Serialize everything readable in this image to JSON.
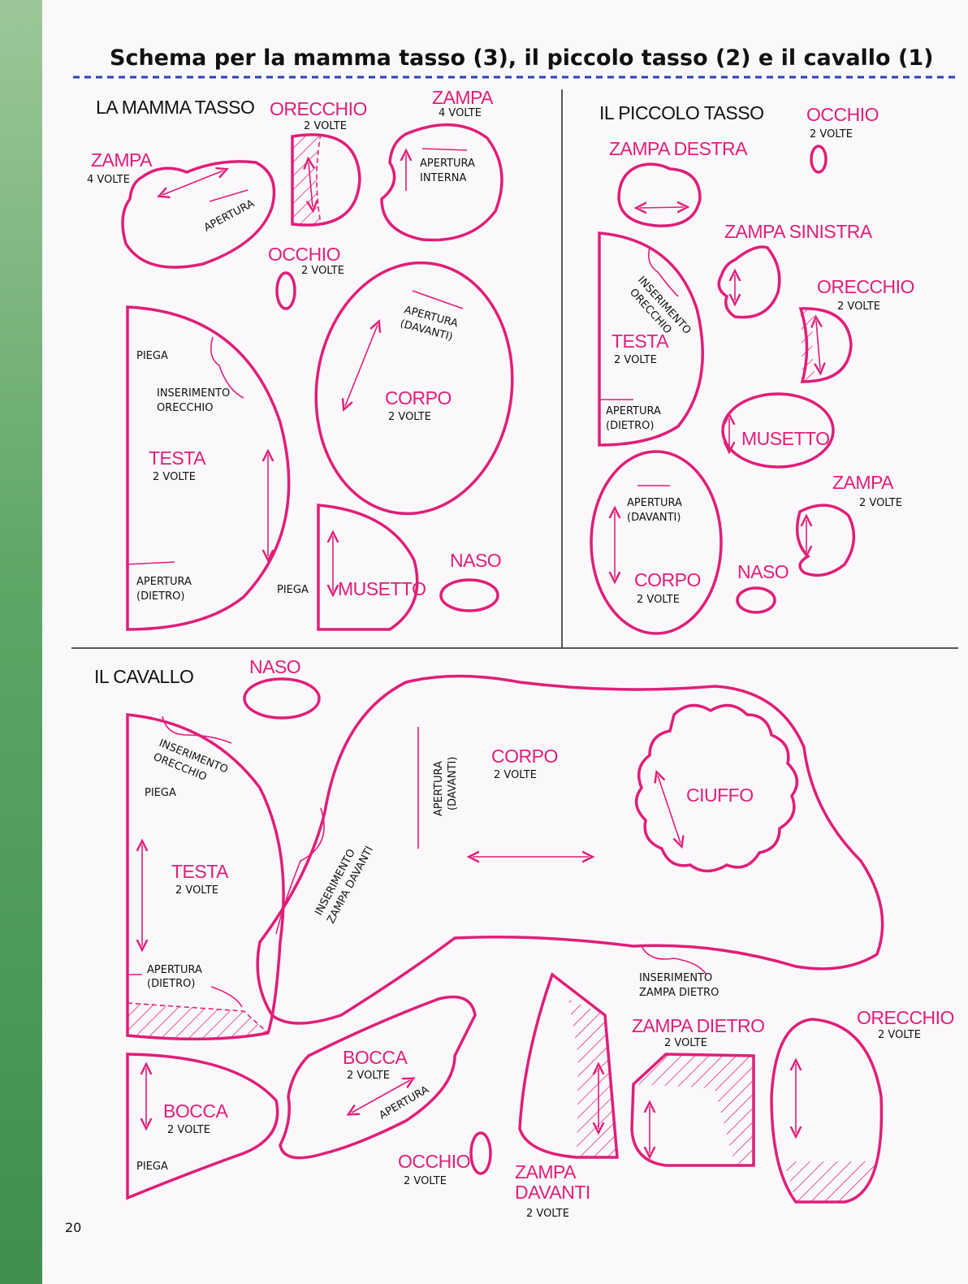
{
  "colors": {
    "pattern": "#e01e78",
    "text": "#111111",
    "dashed_rule": "#2a3fb0",
    "side_bar": "#5ea665"
  },
  "title": "Schema per la mamma tasso (3), il piccolo tasso (2) e il cavallo (1)",
  "page_number": "20",
  "mamma_tasso": {
    "heading": "LA MAMMA TASSO",
    "orecchio": {
      "label": "ORECCHIO",
      "count": "2 VOLTE"
    },
    "zampa_top": {
      "label": "ZAMPA",
      "count": "4 VOLTE",
      "note1": "APERTURA",
      "note2": "INTERNA"
    },
    "zampa_left": {
      "label": "ZAMPA",
      "count": "4 VOLTE",
      "note": "APERTURA"
    },
    "occhio": {
      "label": "OCCHIO",
      "count": "2 VOLTE"
    },
    "corpo": {
      "label": "CORPO",
      "count": "2 VOLTE",
      "note1": "APERTURA",
      "note2": "(DAVANTI)"
    },
    "testa": {
      "label": "TESTA",
      "count": "2 VOLTE",
      "piega": "PIEGA",
      "ins1": "INSERIMENTO",
      "ins2": "ORECCHIO",
      "ap1": "APERTURA",
      "ap2": "(DIETRO)"
    },
    "musetto": {
      "label": "MUSETTO",
      "piega": "PIEGA"
    },
    "naso": {
      "label": "NASO"
    }
  },
  "piccolo_tasso": {
    "heading": "IL PICCOLO TASSO",
    "occhio": {
      "label": "OCCHIO",
      "count": "2 VOLTE"
    },
    "zampa_destra": {
      "label": "ZAMPA DESTRA"
    },
    "zampa_sinistra": {
      "label": "ZAMPA SINISTRA"
    },
    "orecchio": {
      "label": "ORECCHIO",
      "count": "2 VOLTE"
    },
    "testa": {
      "label": "TESTA",
      "count": "2 VOLTE",
      "ins1": "INSERIMENTO",
      "ins2": "ORECCHIO",
      "ap1": "APERTURA",
      "ap2": "(DIETRO)"
    },
    "musetto": {
      "label": "MUSETTO"
    },
    "corpo": {
      "label": "CORPO",
      "count": "2 VOLTE",
      "ap1": "APERTURA",
      "ap2": "(DAVANTI)"
    },
    "zampa": {
      "label": "ZAMPA",
      "count": "2 VOLTE"
    },
    "naso": {
      "label": "NASO"
    }
  },
  "cavallo": {
    "heading": "IL CAVALLO",
    "naso": {
      "label": "NASO"
    },
    "testa": {
      "label": "TESTA",
      "count": "2 VOLTE",
      "ins1": "INSERIMENTO",
      "ins2": "ORECCHIO",
      "piega": "PIEGA",
      "ap1": "APERTURA",
      "ap2": "(DIETRO)"
    },
    "corpo": {
      "label": "CORPO",
      "count": "2 VOLTE",
      "ap1": "APERTURA",
      "ap2": "(DAVANTI)",
      "ins1": "INSERIMENTO",
      "ins2": "ZAMPA DAVANTI",
      "ins3": "INSERIMENTO",
      "ins4": "ZAMPA DIETRO"
    },
    "ciuffo": {
      "label": "CIUFFO"
    },
    "zampa_dietro": {
      "label": "ZAMPA DIETRO",
      "count": "2 VOLTE"
    },
    "orecchio": {
      "label": "ORECCHIO",
      "count": "2 VOLTE"
    },
    "bocca_right": {
      "label": "BOCCA",
      "count": "2 VOLTE",
      "note": "APERTURA"
    },
    "bocca_left": {
      "label": "BOCCA",
      "count": "2 VOLTE",
      "piega": "PIEGA"
    },
    "occhio": {
      "label": "OCCHIO",
      "count": "2 VOLTE"
    },
    "zampa_davanti": {
      "label1": "ZAMPA",
      "label2": "DAVANTI",
      "count": "2 VOLTE"
    }
  }
}
